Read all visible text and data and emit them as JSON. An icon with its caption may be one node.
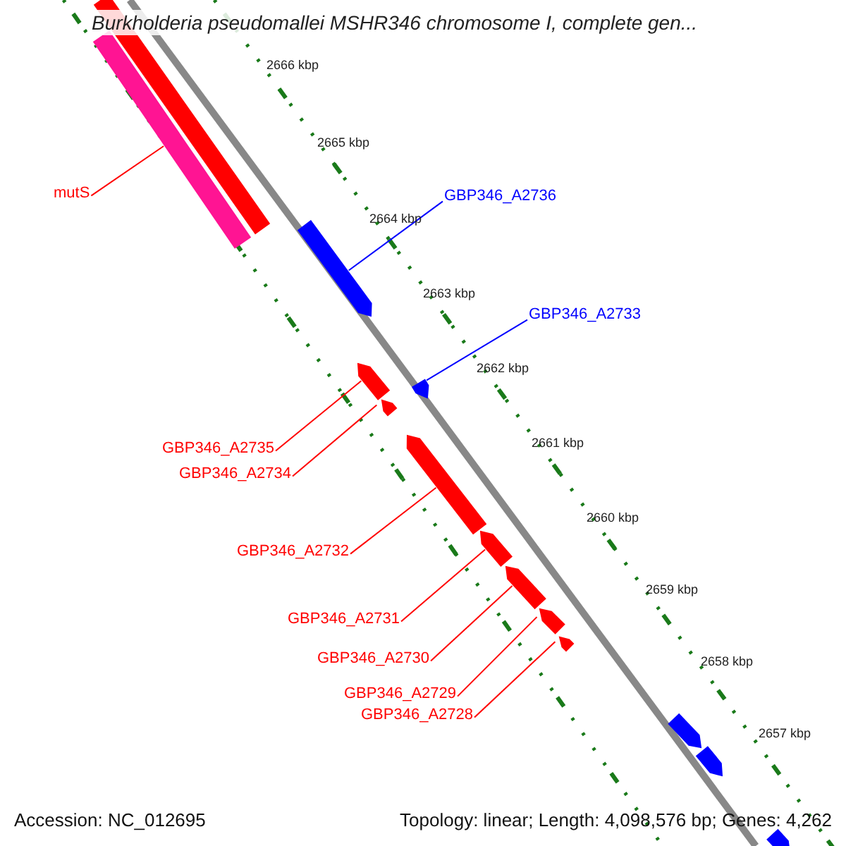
{
  "diagram": {
    "title": "Burkholderia pseudomallei MSHR346 chromosome I, complete gen...",
    "nodes": [
      {
        "text": [
          "mutS"
        ]
      },
      {
        "text": [
          "GBP346_A2736"
        ]
      },
      {
        "text": [
          "GBP346_A2733"
        ]
      },
      {
        "text": [
          "GBP346_A2735"
        ]
      },
      {
        "text": [
          "GBP346_A2734"
        ]
      },
      {
        "text": [
          "GBP346_A2732"
        ]
      },
      {
        "text": [
          "GBP346_A2731"
        ]
      },
      {
        "text": [
          "GBP346_A2730"
        ]
      },
      {
        "text": [
          "GBP346_A2729"
        ]
      },
      {
        "text": [
          "GBP346_A2728"
        ]
      },
      {
        "text": [],
        "shape": "bar"
      },
      {
        "text": [],
        "shape": "bar"
      },
      {
        "text": [],
        "shape": "bar"
      },
      {
        "text": [],
        "shape": "bar"
      },
      {
        "text": [],
        "shape": "bar"
      },
      {
        "text": [],
        "shape": "bar"
      },
      {
        "text": [],
        "shape": "bar"
      },
      {
        "text": [],
        "shape": "bar"
      },
      {
        "text": [],
        "shape": "bar"
      },
      {
        "text": [],
        "shape": "bar"
      }
    ],
    "edges": [
      {
        "from": 0,
        "to": 10,
        "arrow": "none"
      },
      {
        "from": 1,
        "to": 11,
        "arrow": "none",
        "color": "#0000ff"
      },
      {
        "from": 2,
        "to": 12,
        "arrow": "none",
        "color": "#0000ff"
      },
      {
        "from": 3,
        "to": 13,
        "arrow": "none"
      },
      {
        "from": 4,
        "to": 14,
        "arrow": "none"
      },
      {
        "from": 5,
        "to": 15,
        "arrow": "none"
      },
      {
        "from": 6,
        "to": 16,
        "arrow": "none"
      },
      {
        "from": 7,
        "to": 17,
        "arrow": "none"
      },
      {
        "from": 8,
        "to": 18,
        "arrow": "none"
      },
      {
        "from": 9,
        "to": 19,
        "arrow": "none"
      }
    ],
    "labels": [
      "2666 kbp",
      "2665 kbp",
      "2664 kbp",
      "2663 kbp",
      "2662 kbp",
      "2661 kbp",
      "2660 kbp",
      "2659 kbp",
      "2658 kbp",
      "2657 kbp",
      "Accession: NC_012695",
      "Topology: linear; Length: 4,098,576 bp; Genes: 4,262"
    ]
  }
}
